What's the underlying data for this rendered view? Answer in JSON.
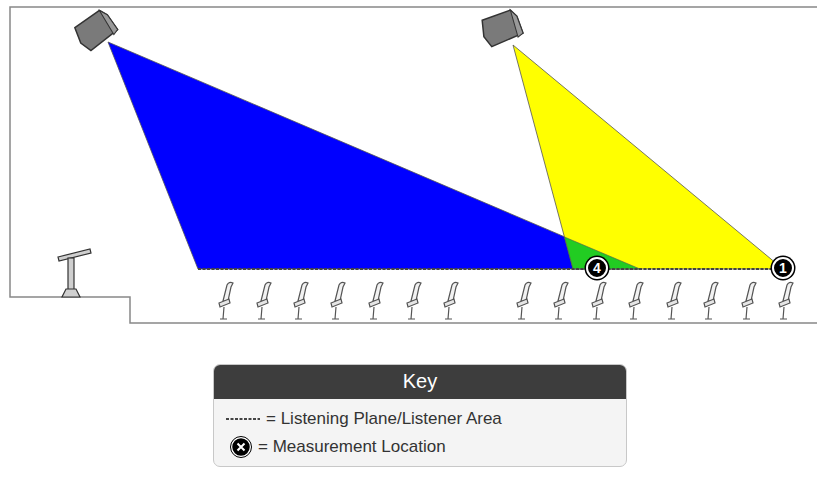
{
  "diagram": {
    "nodes": [
      {
        "text": [
          "4"
        ]
      },
      {
        "text": [
          "1"
        ]
      },
      {
        "text": [
          "Key"
        ]
      }
    ],
    "legend": [
      {
        "text": "= Listening Plane/Listener Area"
      },
      {
        "text": "= Measurement Location"
      }
    ]
  }
}
